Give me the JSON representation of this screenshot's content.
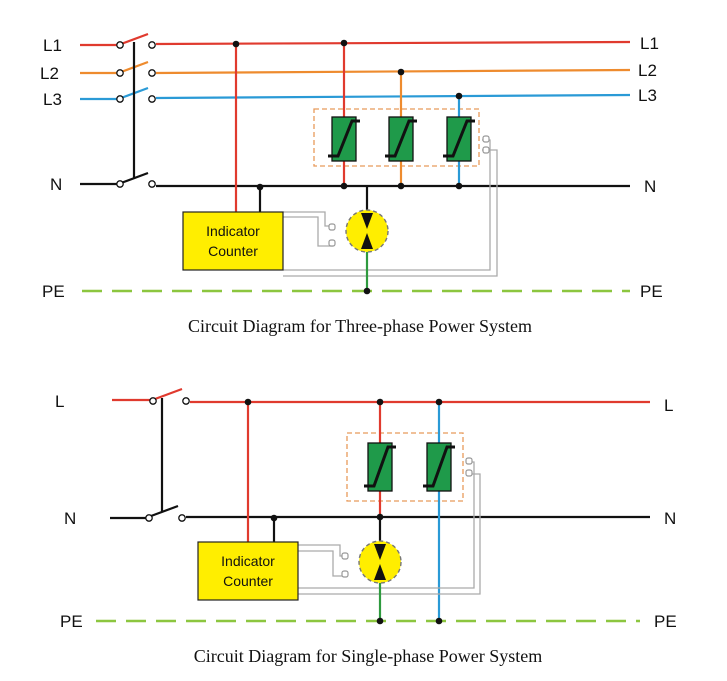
{
  "colors": {
    "l1": "#e03a2e",
    "l2": "#ee8b2e",
    "l3": "#2a9ad6",
    "neutral": "#111111",
    "pe": "#8cc63f",
    "ground_link": "#2e9a3e",
    "varistor": "#1f9a4a",
    "indicator_fill": "#ffee00",
    "signal_wire": "#aaaaaa",
    "module_outline": "#e89a5a"
  },
  "three_phase": {
    "left_labels": {
      "l1": "L1",
      "l2": "L2",
      "l3": "L3",
      "n": "N",
      "pe": "PE"
    },
    "right_labels": {
      "l1": "L1",
      "l2": "L2",
      "l3": "L3",
      "n": "N",
      "pe": "PE"
    },
    "indicator": {
      "line1": "Indicator",
      "line2": "Counter"
    },
    "caption": "Circuit Diagram for Three-phase Power System"
  },
  "single_phase": {
    "left_labels": {
      "l": "L",
      "n": "N",
      "pe": "PE"
    },
    "right_labels": {
      "l": "L",
      "n": "N",
      "pe": "PE"
    },
    "indicator": {
      "line1": "Indicator",
      "line2": "Counter"
    },
    "caption": "Circuit Diagram for Single-phase Power System"
  }
}
